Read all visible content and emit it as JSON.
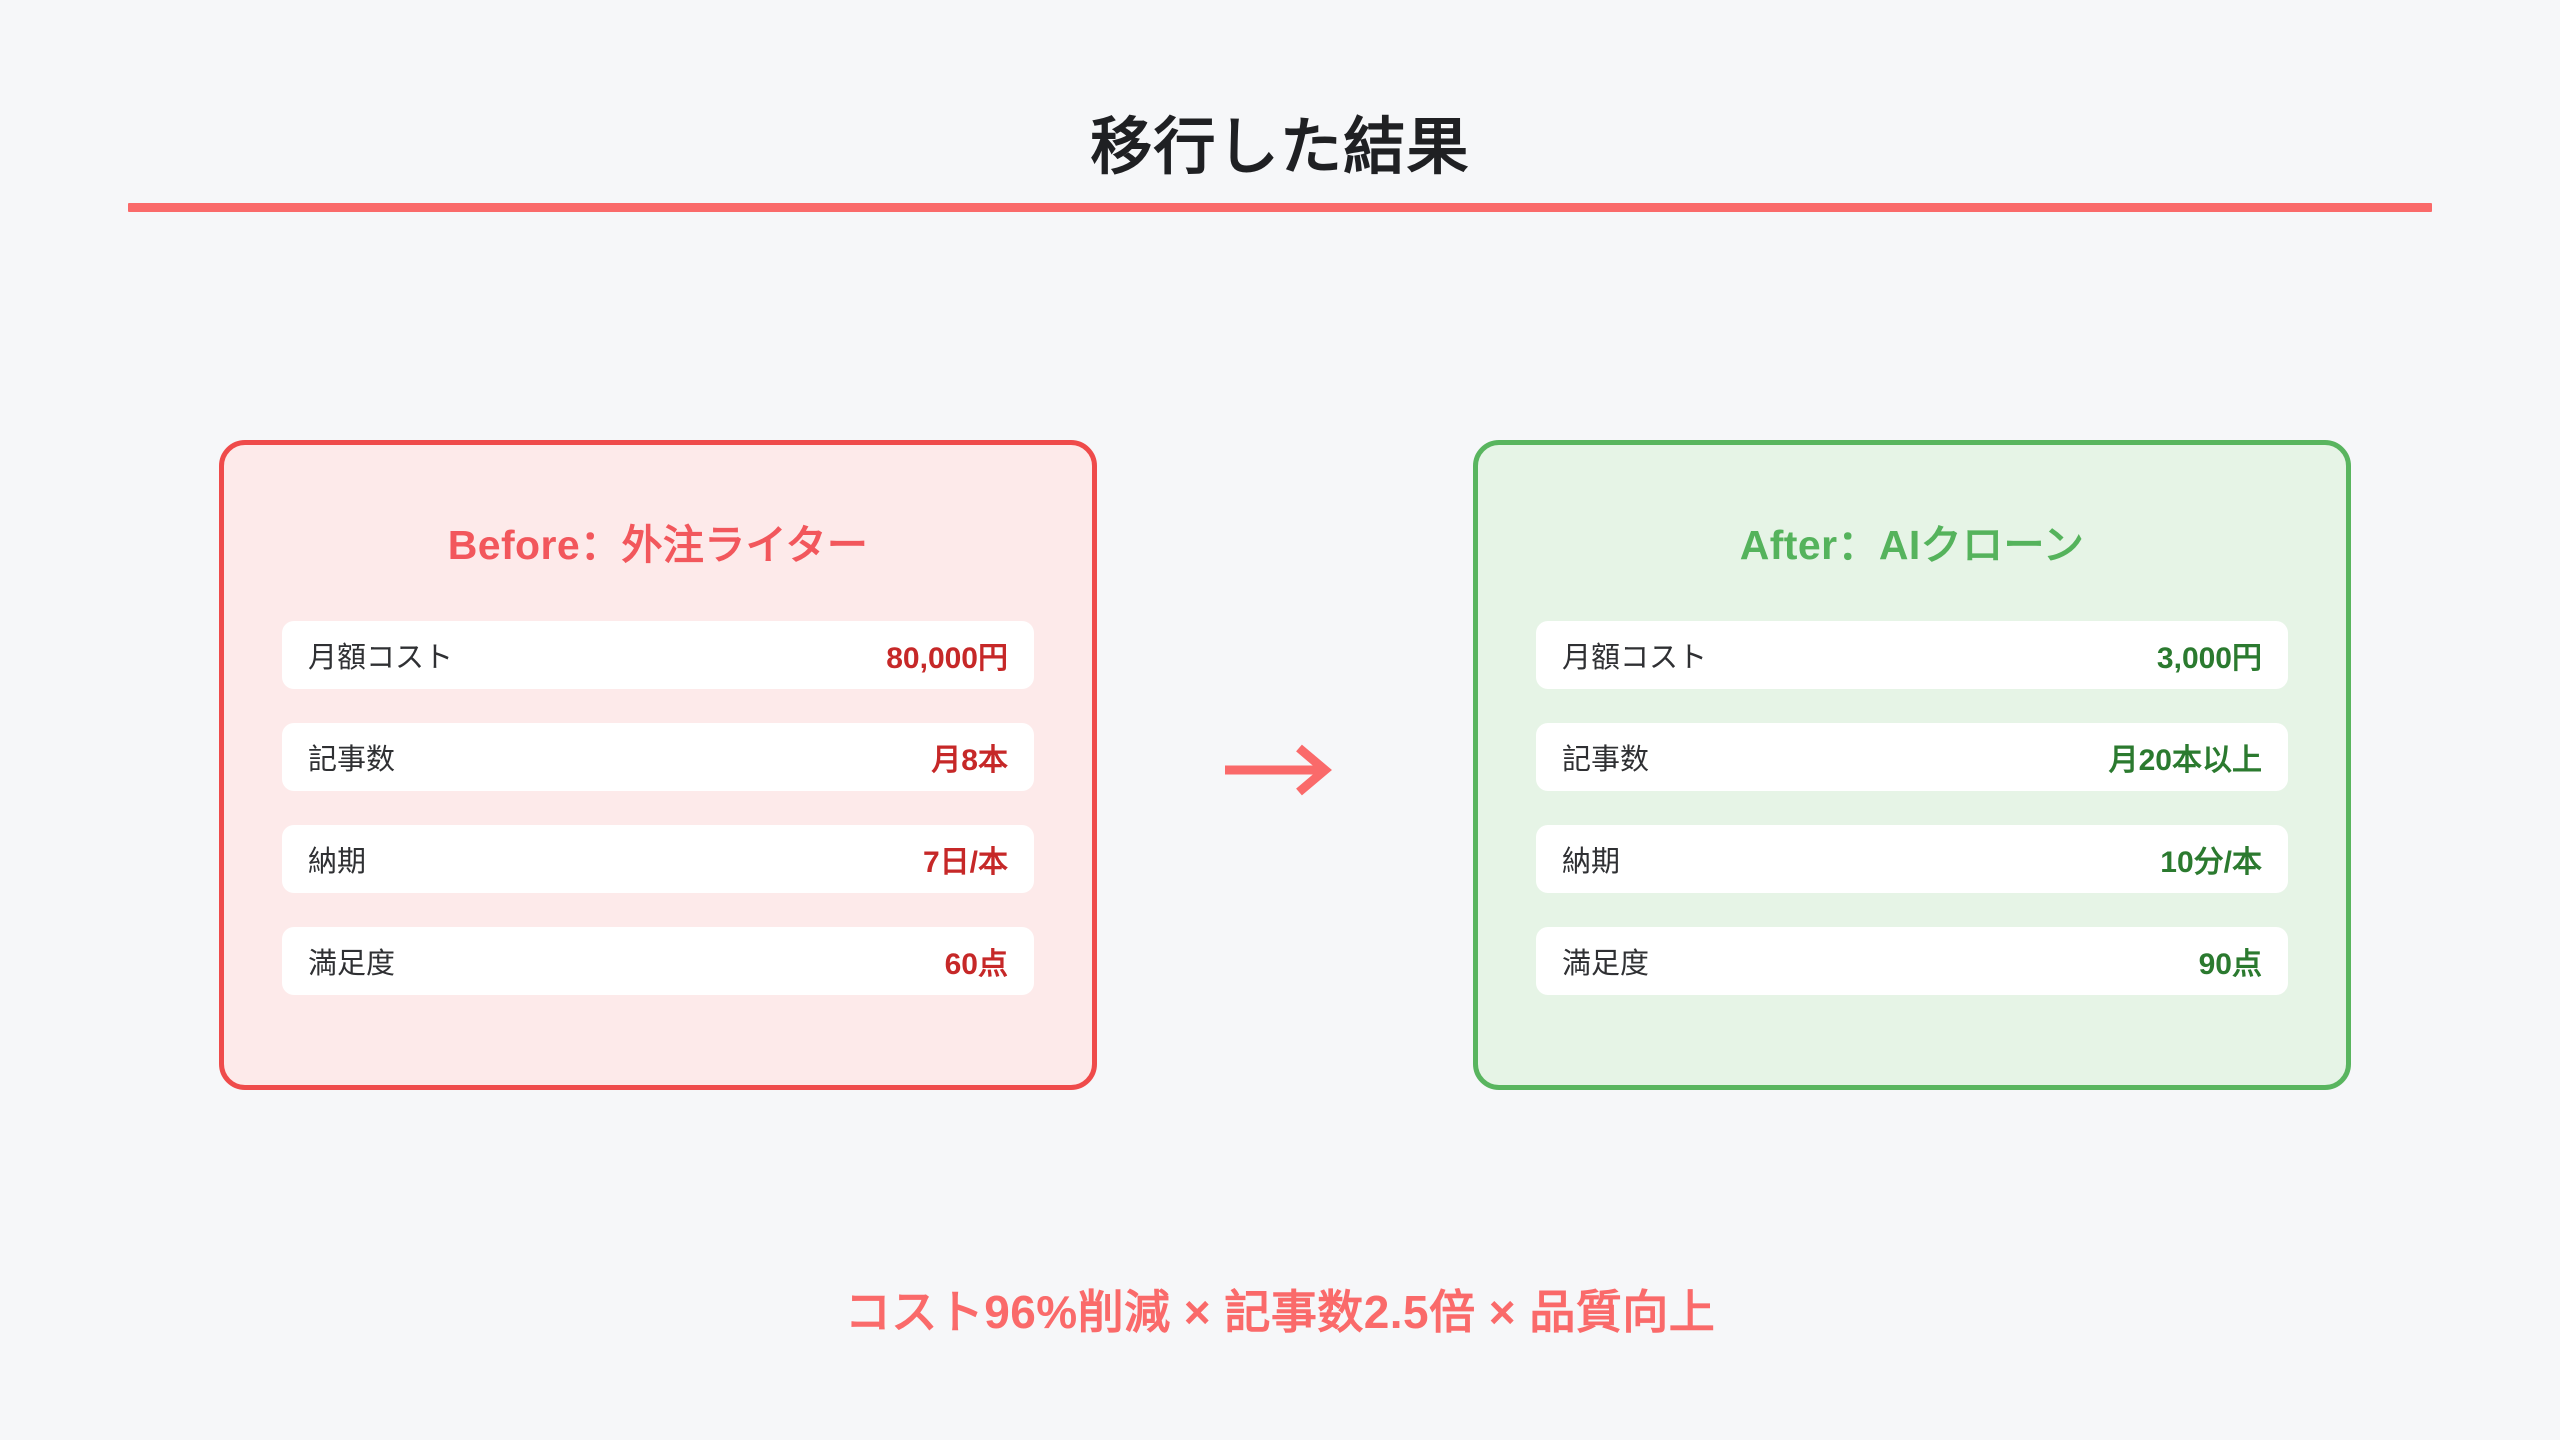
{
  "page": {
    "title": "移行した結果",
    "background_color": "#f6f7f9",
    "rule_color": "#fa6a6a"
  },
  "comparison": {
    "arrow_icon": "arrow-right-icon",
    "arrow_color": "#fa6a6a",
    "before": {
      "heading": "Before：外注ライター",
      "accent_color": "#f2575c",
      "border_color": "#ef4b4b",
      "background_color": "#fdeaea",
      "value_color": "#c62828",
      "rows": [
        {
          "label": "月額コスト",
          "value": "80,000円"
        },
        {
          "label": "記事数",
          "value": "月8本"
        },
        {
          "label": "納期",
          "value": "7日/本"
        },
        {
          "label": "満足度",
          "value": "60点"
        }
      ]
    },
    "after": {
      "heading": "After：AIクローン",
      "accent_color": "#55b35c",
      "border_color": "#59b55f",
      "background_color": "#e6f4e6",
      "value_color": "#2b7a2f",
      "rows": [
        {
          "label": "月額コスト",
          "value": "3,000円"
        },
        {
          "label": "記事数",
          "value": "月20本以上"
        },
        {
          "label": "納期",
          "value": "10分/本"
        },
        {
          "label": "満足度",
          "value": "90点"
        }
      ]
    }
  },
  "summary": {
    "text": "コスト96%削減 × 記事数2.5倍 × 品質向上",
    "color": "#fa6a6a"
  }
}
